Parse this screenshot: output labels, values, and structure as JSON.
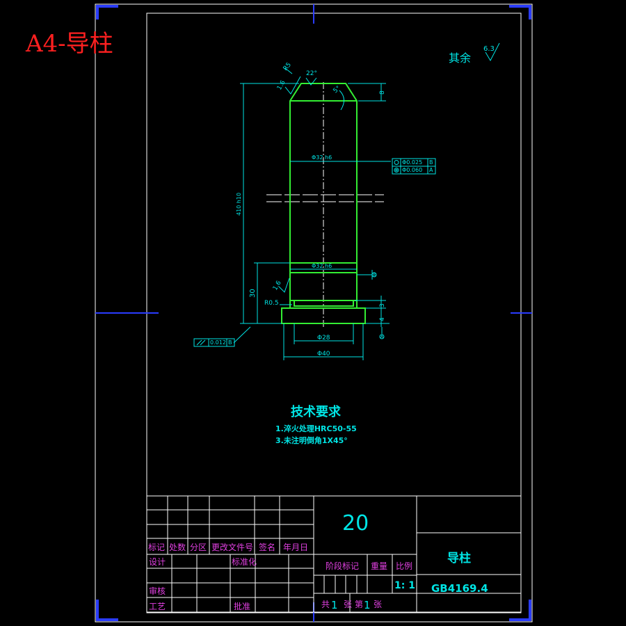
{
  "sheet_title": "A4-导柱",
  "roughness_rest": {
    "label": "其余",
    "value": "6.3"
  },
  "dimensions": {
    "roughness_top_left": "1.6",
    "chamfer_r": "R5",
    "angle_top": "22°",
    "angle_right": "5°",
    "top_len": "8",
    "upper_dia": "Φ32 h6",
    "total_len": "410 h10",
    "lower_dia": "Φ32 h6",
    "lower_roughness": "1.6",
    "len_30": "30",
    "r05": "R0.5",
    "len_3": "3",
    "len_4": "4",
    "dia_28": "Φ28",
    "dia_40": "Φ40",
    "datum_b": "B",
    "datum_a": "A"
  },
  "tolerances": {
    "circularity": "Φ0.025",
    "circularity_ref": "B",
    "coaxiality": "Φ0.060",
    "coaxiality_ref": "A",
    "runout": "0.012",
    "runout_ref": "B"
  },
  "tech_requirements": {
    "title": "技术要求",
    "items": [
      "1.淬火处理HRC50-55",
      "3.未注明倒角1X45°"
    ]
  },
  "title_block": {
    "quantity": "20",
    "part_name": "导柱",
    "standard": "GB4169.4",
    "scale": "1: 1",
    "headers": {
      "mark": "标记",
      "count": "处数",
      "zone": "分区",
      "doc_no": "更改文件号",
      "sign": "签名",
      "date": "年月日",
      "design": "设计",
      "standardize": "标准化",
      "review": "审核",
      "process": "工艺",
      "approve": "批准",
      "stage": "阶段标记",
      "weight": "重量",
      "ratio": "比例"
    },
    "sheets": {
      "total_label": "共",
      "total": "1",
      "sheet_label": "张",
      "no_label": "第",
      "no": "1",
      "no_suffix": "张"
    }
  }
}
